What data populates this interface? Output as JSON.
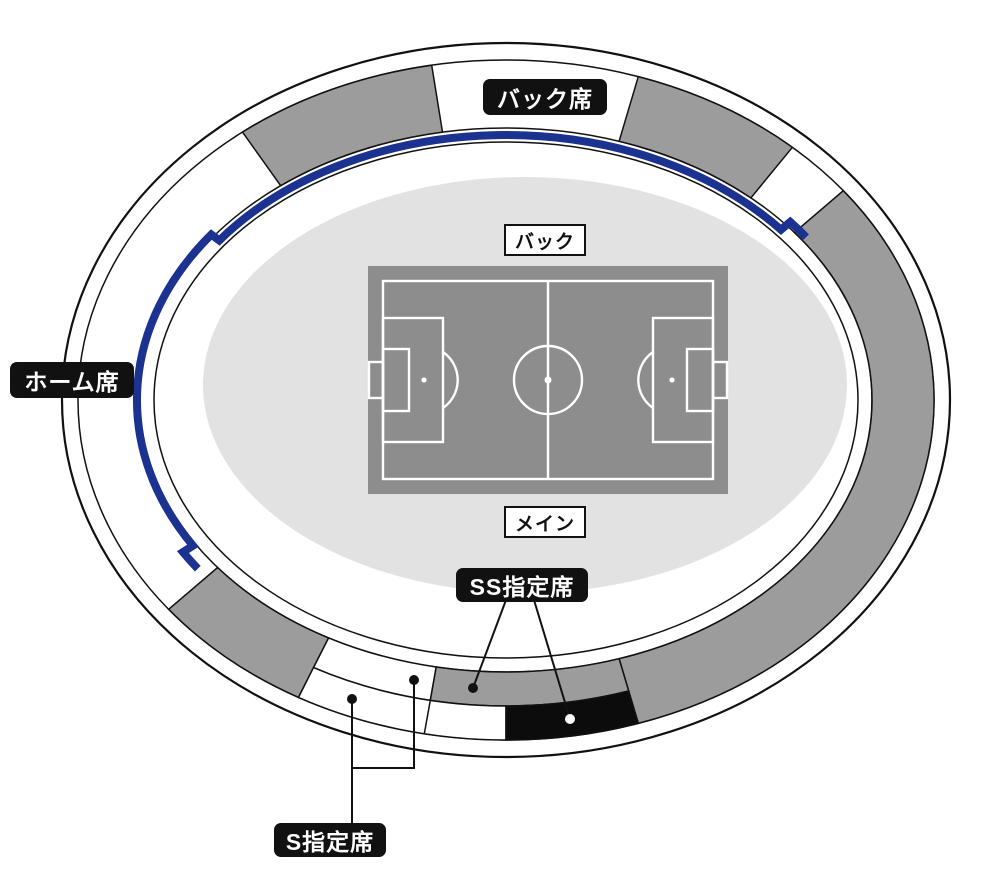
{
  "stadium": {
    "labels": {
      "back_stand": "バック席",
      "home_stand": "ホーム席",
      "ss_reserved": "SS指定席",
      "s_reserved": "S指定席",
      "back_side": "バック",
      "main_side": "メイン"
    },
    "colors": {
      "home_band_blue": "#1b3290",
      "section_gray": "#9c9c9c",
      "pitch_gray": "#8d8d8d",
      "field_oval_gray": "#e2e2e2",
      "section_black": "#0c0c0c",
      "outline": "#111111",
      "pitch_line_white": "#ffffff",
      "label_bg": "#111111",
      "label_text": "#ffffff"
    }
  }
}
